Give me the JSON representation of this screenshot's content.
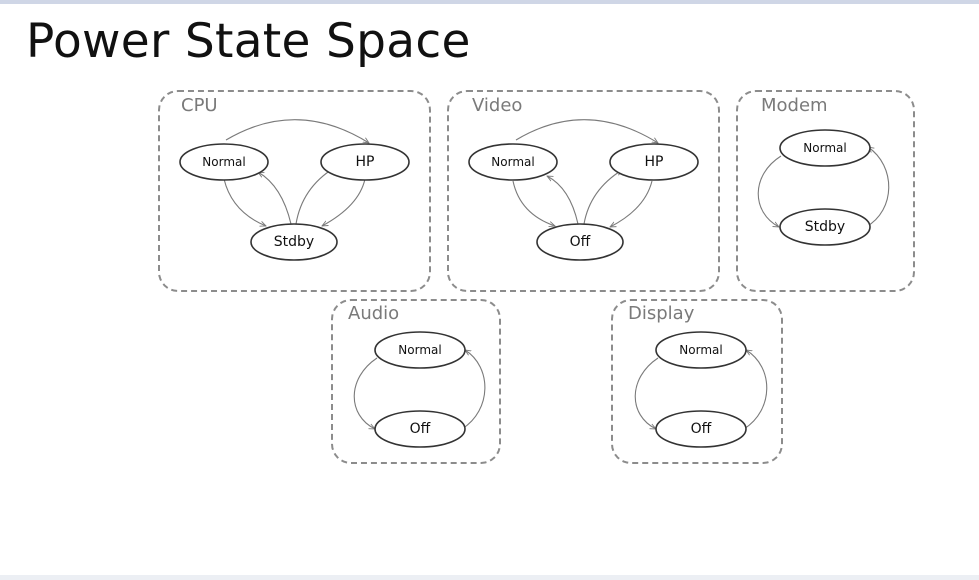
{
  "title": "Power State Space",
  "components": {
    "cpu": {
      "label": "CPU",
      "states": {
        "normal": "Normal",
        "hp": "HP",
        "standby": "Stdby"
      }
    },
    "video": {
      "label": "Video",
      "states": {
        "normal": "Normal",
        "hp": "HP",
        "off": "Off"
      }
    },
    "modem": {
      "label": "Modem",
      "states": {
        "normal": "Normal",
        "standby": "Stdby"
      }
    },
    "audio": {
      "label": "Audio",
      "states": {
        "normal": "Normal",
        "off": "Off"
      }
    },
    "display": {
      "label": "Display",
      "states": {
        "normal": "Normal",
        "off": "Off"
      }
    }
  },
  "colors": {
    "box_border": "#8c8c8c",
    "label": "#7a7a7a",
    "edge": "#7a7a7a",
    "node_border": "#333333"
  }
}
